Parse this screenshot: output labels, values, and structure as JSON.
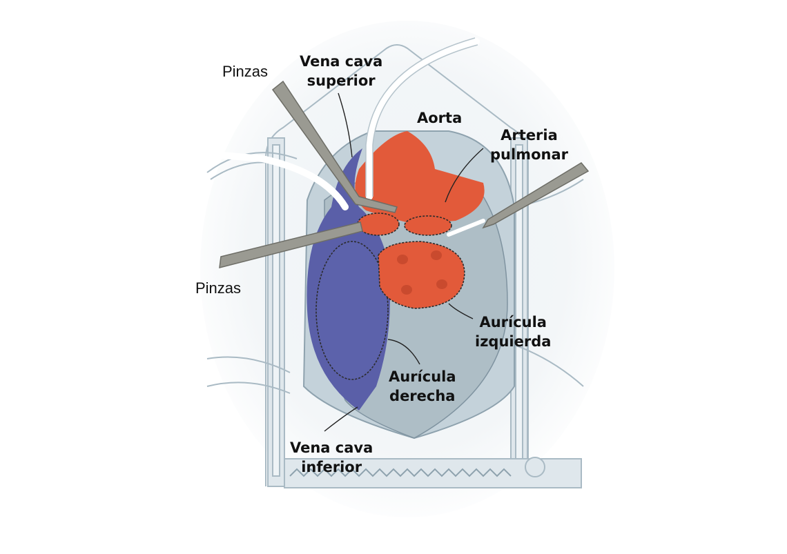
{
  "labels": {
    "clamp_top": "Pinzas",
    "clamp_bottom": "Pinzas",
    "svc_line1": "Vena cava",
    "svc_line2": "superior",
    "aorta": "Aorta",
    "pa_line1": "Arteria",
    "pa_line2": "pulmonar",
    "la_line1": "Aurícula",
    "la_line2": "izquierda",
    "ra_line1": "Aurícula",
    "ra_line2": "derecha",
    "ivc_line1": "Vena cava",
    "ivc_line2": "inferior"
  },
  "colors": {
    "vessel_red": "#e25a3a",
    "vein_blue": "#5a5fa8",
    "tissue_gray": "#aebec6",
    "retractor": "#d8e2e8",
    "clamp": "#9a9a92",
    "outline": "#3a3a3a"
  }
}
